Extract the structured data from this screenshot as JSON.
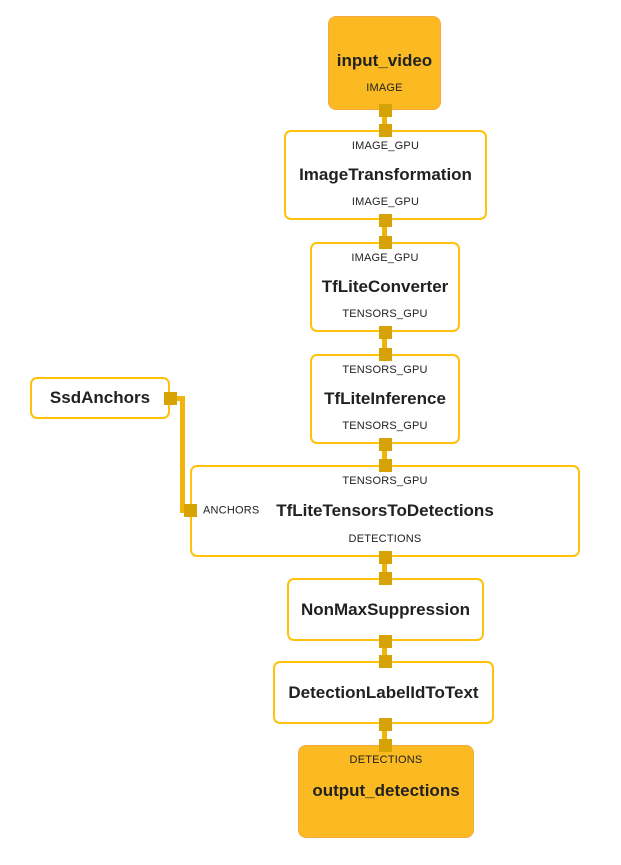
{
  "colors": {
    "node_fill": "#FBBA21",
    "filled_border": "#F5A93F",
    "calc_border": "#FFC10A",
    "edge": "#F0B40C",
    "port": "#D6A204",
    "text": "#212121",
    "background": "#FFFFFF"
  },
  "nodes": {
    "input_video": {
      "title": "input_video",
      "bottom_label": "IMAGE"
    },
    "image_transformation": {
      "top_label": "IMAGE_GPU",
      "title": "ImageTransformation",
      "bottom_label": "IMAGE_GPU"
    },
    "tflite_converter": {
      "top_label": "IMAGE_GPU",
      "title": "TfLiteConverter",
      "bottom_label": "TENSORS_GPU"
    },
    "tflite_inference": {
      "top_label": "TENSORS_GPU",
      "title": "TfLiteInference",
      "bottom_label": "TENSORS_GPU"
    },
    "ssd_anchors": {
      "title": "SsdAnchors"
    },
    "tflite_tensors_to_detections": {
      "top_label": "TENSORS_GPU",
      "left_label": "ANCHORS",
      "title": "TfLiteTensorsToDetections",
      "bottom_label": "DETECTIONS"
    },
    "non_max_suppression": {
      "title": "NonMaxSuppression"
    },
    "detection_label_id_to_text": {
      "title": "DetectionLabelIdToText"
    },
    "output_detections": {
      "top_label": "DETECTIONS",
      "title": "output_detections"
    }
  }
}
